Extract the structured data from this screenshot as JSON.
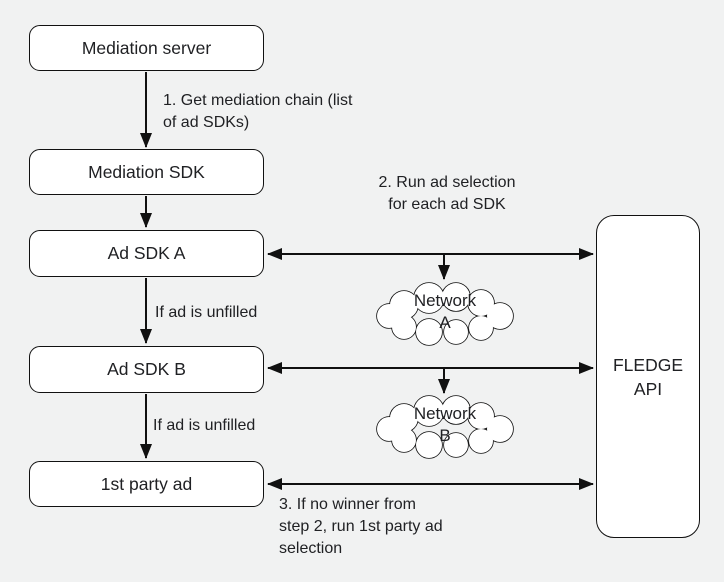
{
  "diagram": {
    "nodes": {
      "mediation_server": {
        "label": "Mediation server"
      },
      "mediation_sdk": {
        "label": "Mediation SDK"
      },
      "ad_sdk_a": {
        "label": "Ad SDK A"
      },
      "ad_sdk_b": {
        "label": "Ad SDK B"
      },
      "first_party_ad": {
        "label": "1st party ad"
      },
      "fledge_api": {
        "label": "FLEDGE\nAPI"
      }
    },
    "clouds": {
      "network_a": {
        "label": "Network\nA"
      },
      "network_b": {
        "label": "Network\nB"
      }
    },
    "annotations": {
      "step1": "1. Get mediation chain (list\nof ad SDKs)",
      "step2": "2. Run ad selection\nfor each ad SDK",
      "step3": "3. If no winner from\nstep 2, run 1st party ad\nselection",
      "unfilled_1": "If ad is unfilled",
      "unfilled_2": "If ad is unfilled"
    },
    "colors": {
      "background": "#f1f2f2",
      "node_fill": "#ffffff",
      "stroke": "#111111",
      "text": "#202124"
    }
  }
}
